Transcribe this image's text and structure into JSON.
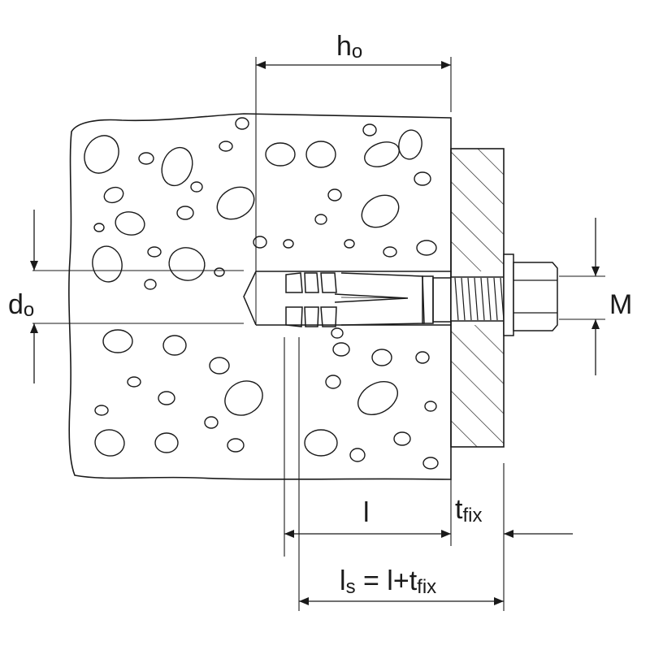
{
  "title": "Anchor installation dimensions",
  "colors": {
    "line": "#1a1a1a",
    "background": "#ffffff"
  },
  "labels": {
    "h0": {
      "main": "h",
      "sub": "o"
    },
    "d0": {
      "main": "d",
      "sub": "o"
    },
    "M": {
      "main": "M"
    },
    "l": {
      "main": "l"
    },
    "tfix": {
      "main": "t",
      "sub": "fix"
    },
    "ls": {
      "main": "l",
      "sub": "s",
      "eq": " = l+t",
      "sub2": "fix"
    }
  }
}
